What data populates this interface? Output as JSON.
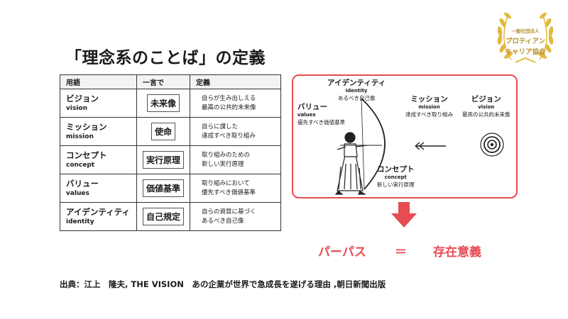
{
  "badge": {
    "org_label": "一般社団法人",
    "name_line1": "プロティアン",
    "name_line2": "キャリア協会",
    "color": "#c49a2c"
  },
  "title": "「理念系のことば」の定義",
  "table": {
    "headers": [
      "用語",
      "一言で",
      "定義"
    ],
    "rows": [
      {
        "term_jp": "ビジョン",
        "term_en": "vision",
        "word": "未来像",
        "def": [
          "自らが生み出しえる",
          "最高の公共的未来像"
        ]
      },
      {
        "term_jp": "ミッション",
        "term_en": "mission",
        "word": "使命",
        "def": [
          "自らに課した",
          "達成すべき取り組み"
        ]
      },
      {
        "term_jp": "コンセプト",
        "term_en": "concept",
        "word": "実行原理",
        "def": [
          "取り組みのための",
          "新しい実行原理"
        ]
      },
      {
        "term_jp": "バリュー",
        "term_en": "values",
        "word": "価値基準",
        "def": [
          "取り組みにおいて",
          "優先すべき価値基準"
        ]
      },
      {
        "term_jp": "アイデンティティ",
        "term_en": "identity",
        "word": "自己規定",
        "def": [
          "自らの資質に基づく",
          "あるべき自己像"
        ]
      }
    ]
  },
  "illustration": {
    "border_color": "#e74c53",
    "identity": {
      "jp": "アイデンティティ",
      "en": "identity",
      "desc": "あるべき自己像"
    },
    "values": {
      "jp": "バリュー",
      "en": "values",
      "desc": "優先すべき価値基準"
    },
    "mission": {
      "jp": "ミッション",
      "en": "mission",
      "desc": "達成すべき取り組み"
    },
    "vision": {
      "jp": "ビジョン",
      "en": "vision",
      "desc": "最高の公共的未来像"
    },
    "concept": {
      "jp": "コンセプト",
      "en": "concept",
      "desc": "新しい実行原理"
    }
  },
  "purpose": {
    "left": "パーパス",
    "equals": "＝",
    "right": "存在意義",
    "color": "#e74c53"
  },
  "source": "出典：江上　隆夫, THE VISION　あの企業が世界で急成長を遂げる理由 ,朝日新聞出版"
}
